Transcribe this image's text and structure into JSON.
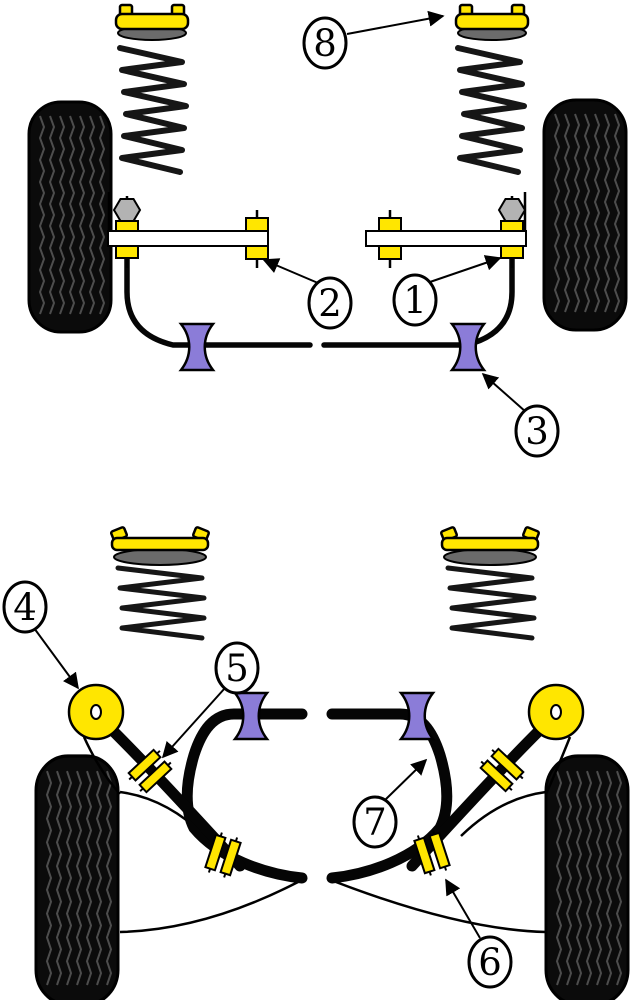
{
  "diagram": {
    "colors": {
      "bush_yellow": "#FFE600",
      "bush_purple": "#8B7CD8",
      "metal_gray": "#B3B3B3",
      "spring_seat_gray": "#6B6B6B",
      "tire_black": "#0B0B0B",
      "outline_black": "#000000",
      "background_white": "#FFFFFF"
    },
    "callouts": {
      "c1": "1",
      "c2": "2",
      "c3": "3",
      "c4": "4",
      "c5": "5",
      "c6": "6",
      "c7": "7",
      "c8": "8"
    }
  }
}
